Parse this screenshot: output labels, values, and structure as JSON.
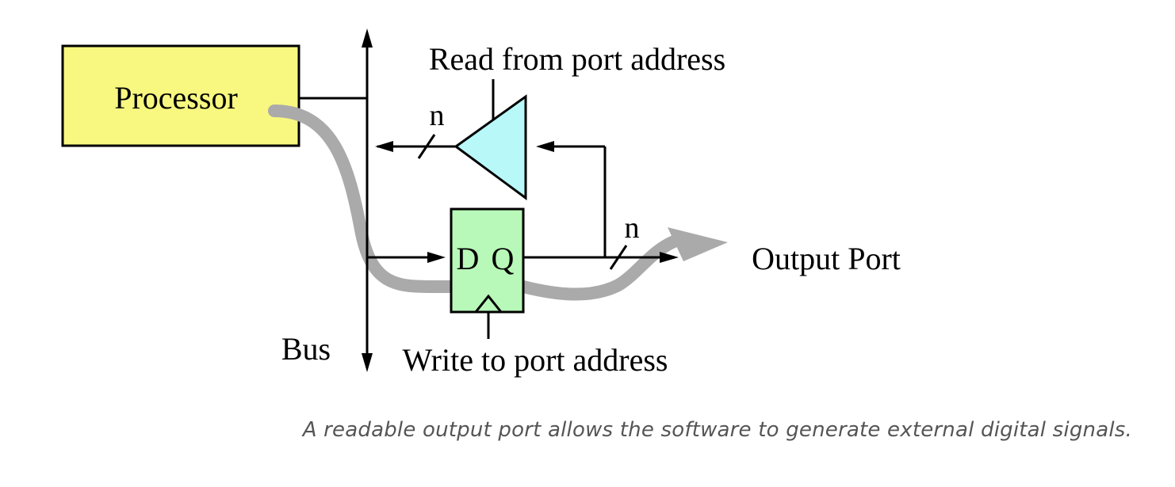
{
  "diagram": {
    "processor_label": "Processor",
    "bus_label": "Bus",
    "read_label": "Read from port address",
    "write_label": "Write to port address",
    "output_label": "Output Port",
    "bus_width_read": "n",
    "bus_width_output": "n",
    "flipflop_d": "D",
    "flipflop_q": "Q"
  },
  "caption": "A readable output port allows the software to generate external digital signals.",
  "colors": {
    "processor_fill": "#f8f880",
    "buffer_fill": "#b8f8f8",
    "flipflop_fill": "#b8f8b8",
    "signal_path": "#aaaaaa"
  }
}
